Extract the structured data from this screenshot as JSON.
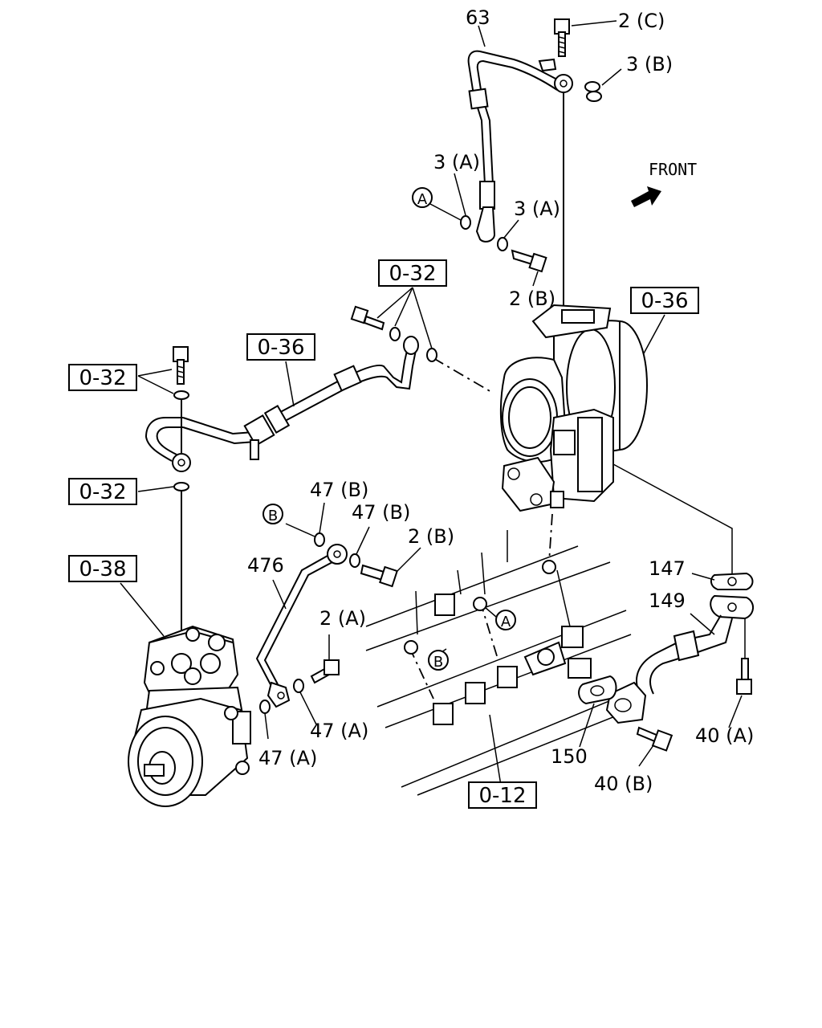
{
  "direction_label": "FRONT",
  "labels": {
    "p63": "63",
    "p2c": "2 (C)",
    "p3b": "3 (B)",
    "p3a_1": "3 (A)",
    "p3a_2": "3 (A)",
    "p2b_top": "2 (B)",
    "p47b_1": "47 (B)",
    "p47b_2": "47 (B)",
    "p2b_mid": "2 (B)",
    "p476": "476",
    "p2a": "2 (A)",
    "p47a_1": "47 (A)",
    "p47a_2": "47 (A)",
    "p147": "147",
    "p149": "149",
    "p150": "150",
    "p40a": "40 (A)",
    "p40b": "40 (B)"
  },
  "refs": {
    "r032_top": "0-32",
    "r036_right": "0-36",
    "r036_left": "0-36",
    "r032_left_1": "0-32",
    "r032_left_2": "0-32",
    "r038": "0-38",
    "r012": "0-12"
  },
  "callouts": {
    "a_top": "A",
    "b_left": "B",
    "a_block": "A",
    "b_block": "B"
  }
}
